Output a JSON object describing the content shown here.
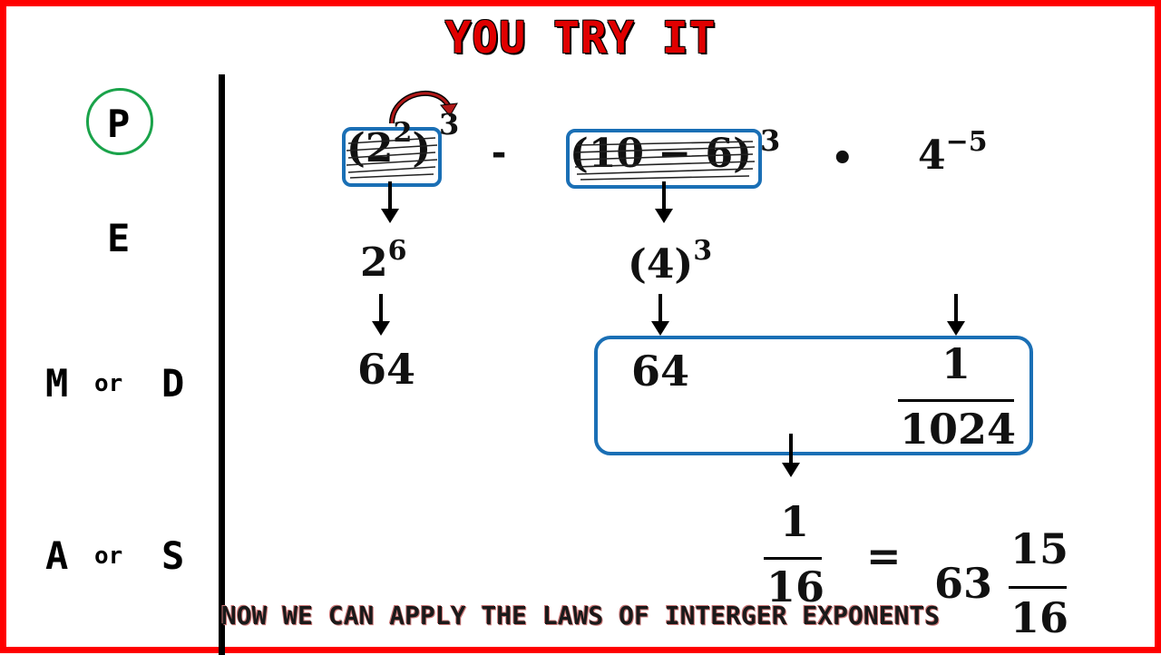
{
  "title": "YOU TRY IT",
  "pemdas": {
    "p": "P",
    "e": "E",
    "m": "M",
    "d": "D",
    "a": "A",
    "s": "S",
    "or": "or"
  },
  "expression": {
    "term1_base": "(2",
    "term1_inner_exp": "2",
    "term1_close": ")",
    "term1_outer_exp": "3",
    "minus": "-",
    "term2_paren": "(10 − 6)",
    "term2_exp": "3",
    "dot": "•",
    "term3_base": "4",
    "term3_exp": "−5"
  },
  "step1": {
    "left_base": "2",
    "left_exp": "6",
    "right_inner": "(4)",
    "right_exp": "3"
  },
  "step2": {
    "left": "64",
    "middle": "64",
    "frac_num": "1",
    "frac_den": "1024"
  },
  "step3": {
    "frac_num": "1",
    "frac_den": "16",
    "equals": "=",
    "mixed_whole": "63",
    "mixed_num": "15",
    "mixed_den": "16"
  },
  "note": "NOW WE CAN APPLY THE LAWS OF INTERGER EXPONENTS",
  "colors": {
    "border": "#ff0000",
    "title": "#e00000",
    "box": "#1a6fb5",
    "circle": "#1aa34a",
    "curved_arrow": "#b01818"
  }
}
